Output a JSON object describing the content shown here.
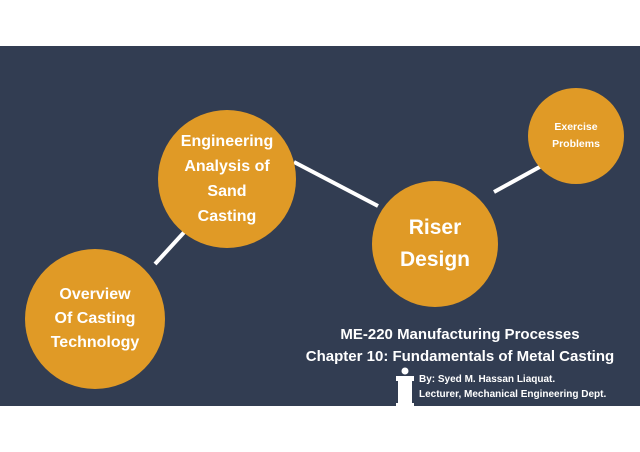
{
  "slide": {
    "background_color": "#323d52",
    "circle_color": "#e09a26",
    "topics": [
      {
        "id": "overview",
        "label": "Overview\nOf Casting\nTechnology"
      },
      {
        "id": "analysis",
        "label": "Engineering\nAnalysis of\nSand\nCasting"
      },
      {
        "id": "riser",
        "label": "Riser\nDesign"
      },
      {
        "id": "exercise",
        "label": "Exercise\nProblems"
      }
    ],
    "course_title": "ME-220 Manufacturing Processes",
    "chapter_title": "Chapter 10: Fundamentals of Metal Casting",
    "author": "By: Syed M. Hassan Liaquat.",
    "position": "Lecturer, Mechanical Engineering Dept.",
    "presenter_icon": "lectern-speaker-icon"
  }
}
